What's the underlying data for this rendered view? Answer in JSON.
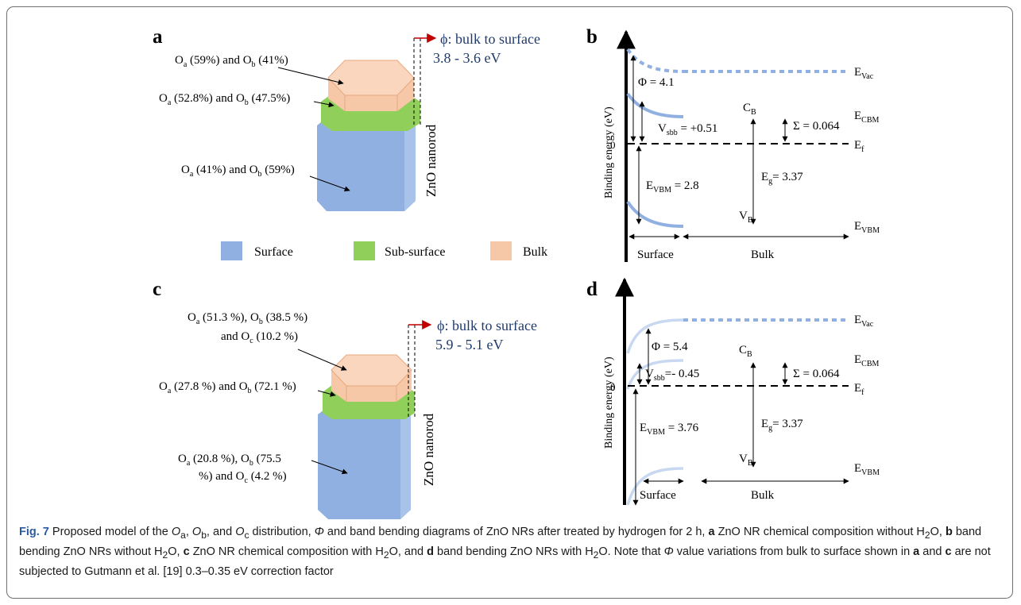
{
  "figure": {
    "label": "Fig. 7",
    "panels": {
      "a": {
        "letter": "a",
        "phi_text": "ϕ: bulk to surface",
        "phi_range": "3.8 - 3.6 eV",
        "nanorod_label": "ZnO nanorod",
        "labels": [
          {
            "seg": [
              "O",
              "a",
              " (59%) and O",
              "b",
              " (41%)"
            ]
          },
          {
            "seg": [
              "O",
              "a",
              " (52.8%) and O",
              "b",
              " (47.5%)"
            ]
          },
          {
            "seg": [
              "O",
              "a",
              " (41%) and O",
              "b",
              " (59%)"
            ]
          }
        ],
        "legend": [
          {
            "label": "Surface",
            "color": "#8fb0e0"
          },
          {
            "label": "Sub-surface",
            "color": "#8fcf5a"
          },
          {
            "label": "Bulk",
            "color": "#f6c8a8"
          }
        ]
      },
      "b": {
        "letter": "b",
        "y_axis": "Binding energy (eV)",
        "zero": "0",
        "phi": "Φ = 4.1",
        "vsbb_value": " = +0.51",
        "sigma": "Σ = 0.064",
        "evbm_value": " = 2.8",
        "eg_value": "= 3.37",
        "levels": [
          "E",
          "Vac",
          "CBM",
          "f",
          "VBM"
        ],
        "cb": "C",
        "vb": "V",
        "surface": "Surface",
        "bulk": "Bulk"
      },
      "c": {
        "letter": "c",
        "phi_text": "ϕ: bulk to surface",
        "phi_range": "5.9 - 5.1 eV",
        "nanorod_label": "ZnO nanorod",
        "label1_line1": {
          "seg": [
            "O",
            "a",
            " (51.3 %), O",
            "b",
            " (38.5 %)"
          ]
        },
        "label1_line2": {
          "seg": [
            "and O",
            "c",
            " (10.2 %)"
          ]
        },
        "label2": {
          "seg": [
            "O",
            "a",
            " (27.8 %) and O",
            "b",
            " (72.1 %)"
          ]
        },
        "label3_line1": {
          "seg": [
            "O",
            "a",
            " (20.8 %), O",
            "b",
            " (75.5"
          ]
        },
        "label3_line2": "%) and O",
        "label3_line2_sub": "c",
        "label3_line2_tail": " (4.2 %)"
      },
      "d": {
        "letter": "d",
        "y_axis": "Binding energy (eV)",
        "zero": "0",
        "phi": "Φ = 5.4",
        "vsbb_value": "=- 0.45",
        "sigma": "Σ = 0.064",
        "evbm_value": " = 3.76",
        "eg_value": "= 3.37",
        "surface": "Surface",
        "bulk": "Bulk"
      }
    },
    "caption": {
      "lead": "Fig. 7",
      "t1": " Proposed model of the ",
      "oa": "O",
      "oa_sub": "a",
      "t2": ", ",
      "ob_sub": "b",
      "t3": ", and ",
      "oc_sub": "c",
      "t4": " distribution, ",
      "phi": "Φ",
      "t5": " and band bending diagrams of ZnO NRs after treated by hydrogen for 2 h, ",
      "a": "a",
      "t6": " ZnO NR chemical composition without H",
      "sub2": "2",
      "t7": "O, ",
      "b": "b",
      "t8": " band bending ZnO NRs without H",
      "t9": "O, ",
      "c": "c",
      "t10": " ZnO NR chemical composition with H",
      "t11": "O, and ",
      "d": "d",
      "t12": " band bending ZnO NRs with H",
      "t13": "O. Note that ",
      "t14": " value variations from bulk to surface shown in ",
      "t15": " and ",
      "t16": " are not subjected to Gutmann et al. [19] 0.3–0.35 eV correction factor"
    }
  }
}
